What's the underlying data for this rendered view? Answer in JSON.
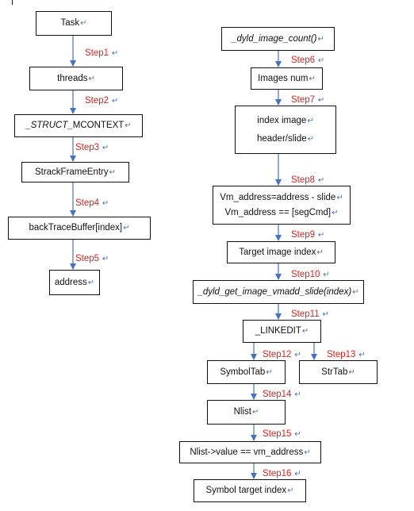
{
  "colors": {
    "box_border": "#111111",
    "arrow": "#4472c4",
    "step_label": "#e8201e",
    "return_mark": "#4a70b8"
  },
  "return_symbol": "↵",
  "left_flow": {
    "nodes": {
      "task": "Task",
      "threads": "threads",
      "struct_prefix": "_STRUCT_",
      "struct_suffix": "MCONTEXT",
      "strack": "StrackFrameEntry",
      "backtrace": "backTraceBuffer[index]",
      "address": "address"
    },
    "steps": [
      "Step1",
      "Step2",
      "Step3",
      "Step4",
      "Step5"
    ]
  },
  "right_flow": {
    "nodes": {
      "dyld_count": "_dyld_image_count()",
      "images_num": "Images num",
      "index_image": "index image",
      "header_slide": "header/slide",
      "vm_address_1": "Vm_address=address - slide",
      "vm_address_2": "Vm_address == [segCmd]",
      "target_image": "Target image index",
      "dyld_vmaddr": "_dyld_get_image_vmadd_slide(index)",
      "linkedit": "_LINKEDIT",
      "symboltab": "SymbolTab",
      "strtab": "StrTab",
      "nlist": "Nlist",
      "nlist_value": "Nlist->value == vm_address",
      "symbol_target": "Symbol target index"
    },
    "steps": [
      "Step6",
      "Step7",
      "Step8",
      "Step9",
      "Step10",
      "Step11",
      "Step12",
      "Step13",
      "Step14",
      "Step15",
      "Step16"
    ]
  }
}
